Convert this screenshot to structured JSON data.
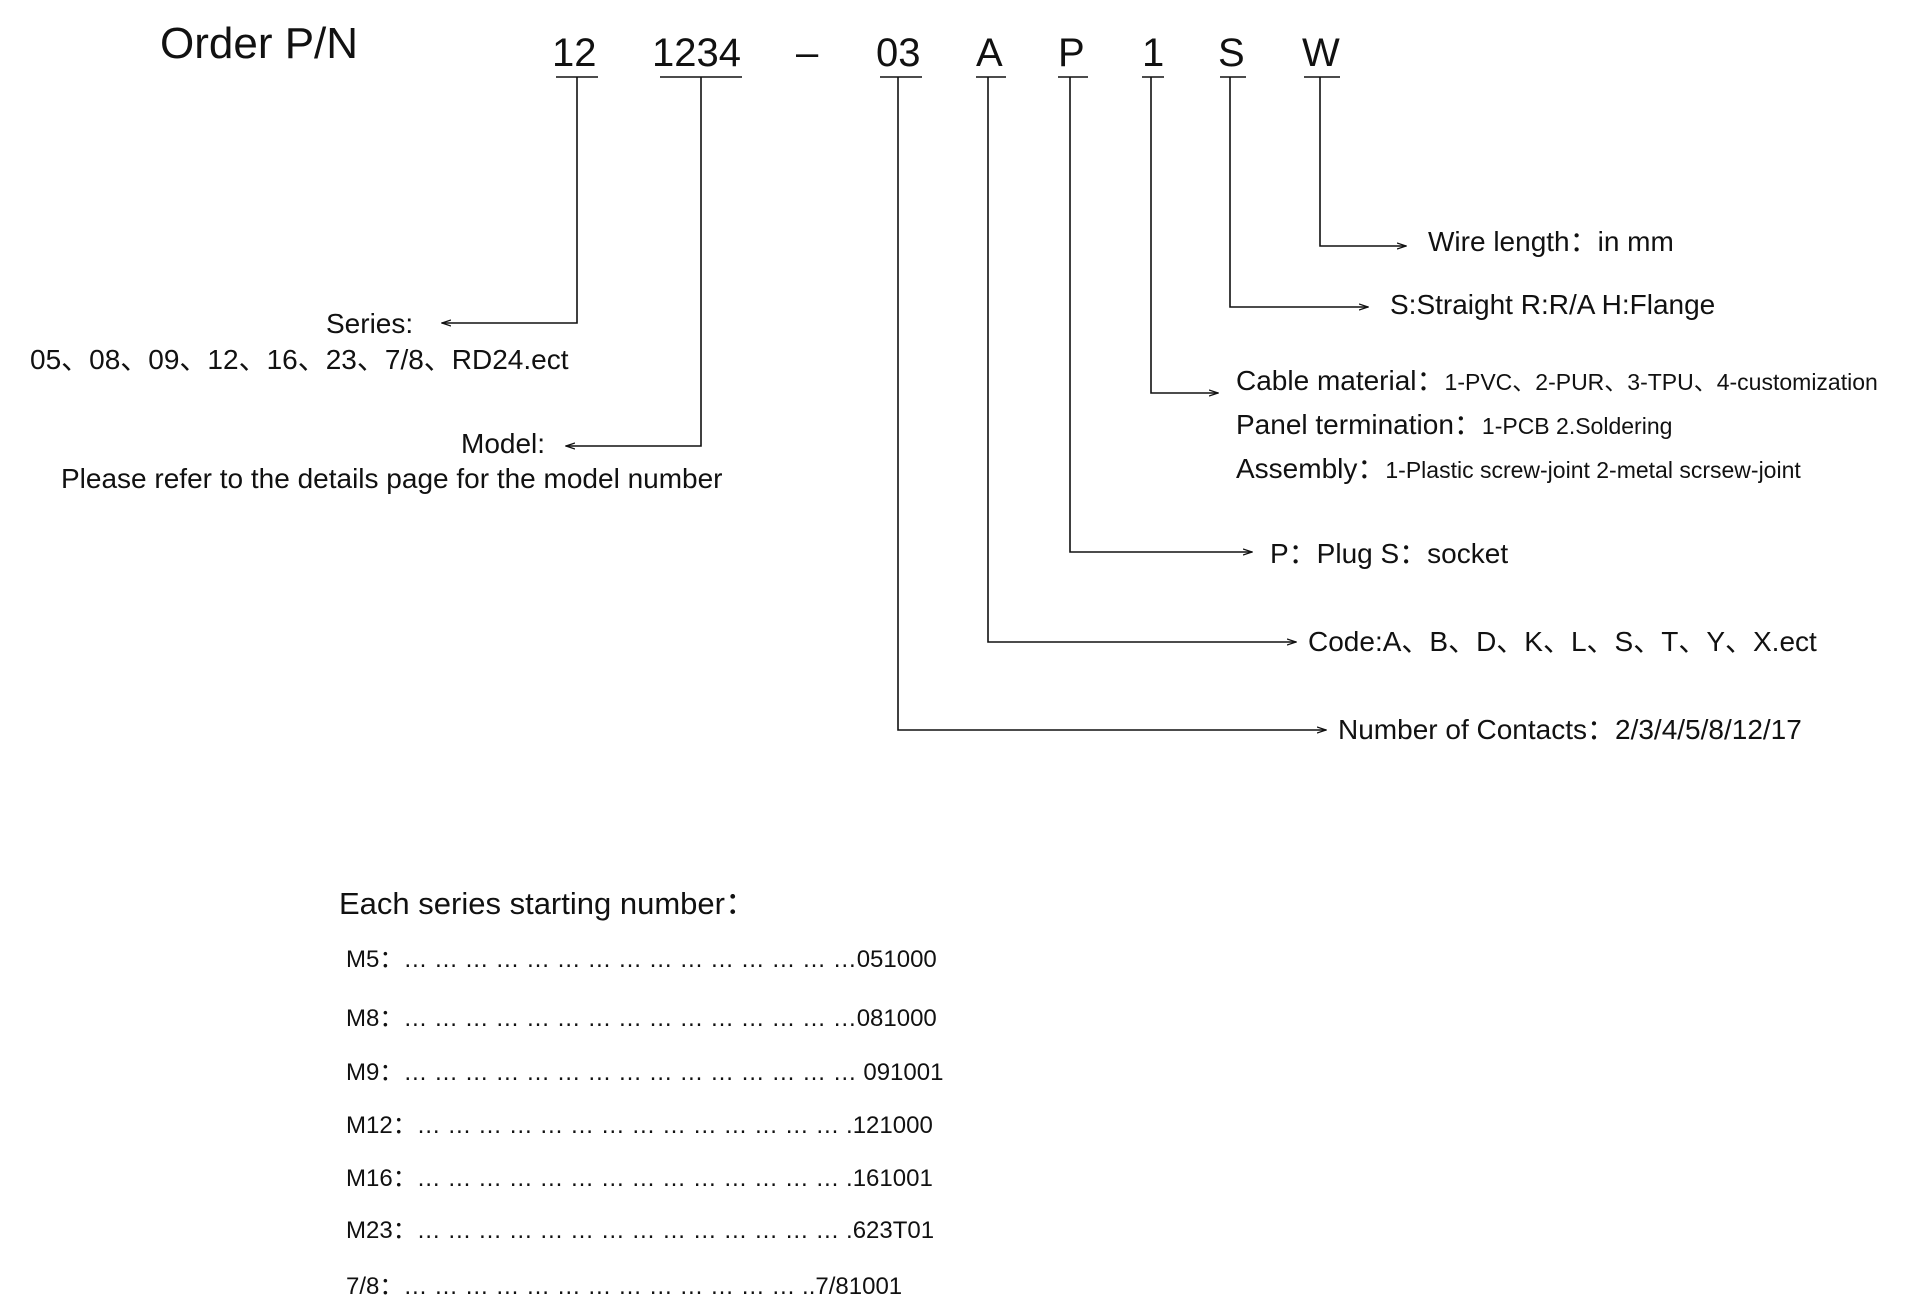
{
  "title": "Order P/N",
  "codes": {
    "series": "12",
    "model": "1234",
    "dash": "–",
    "contacts": "03",
    "code": "A",
    "plug": "P",
    "cable": "1",
    "shape": "S",
    "wire": "W"
  },
  "labels": {
    "series_label": "Series:",
    "series_values": "05、08、09、12、16、23、7/8、RD24.ect",
    "model_label": "Model:",
    "model_text": "Please refer to the details page for the model number",
    "wire": "Wire length：in mm",
    "shape": "S:Straight R:R/A H:Flange",
    "cable_label": "Cable material：",
    "cable_values": "1-PVC、2-PUR、3-TPU、4-customization",
    "panel_label": "Panel termination：",
    "panel_values": "1-PCB 2.Soldering",
    "assembly_label": "Assembly：",
    "assembly_values": "1-Plastic screw-joint 2-metal scrsew-joint",
    "plug": "P：Plug S：socket",
    "code": "Code:A、B、D、K、L、S、T、Y、X.ect",
    "contacts_label": "Number of Contacts",
    "contacts_values": "：2/3/4/5/8/12/17"
  },
  "series_start": {
    "heading": "Each series starting number：",
    "rows": [
      {
        "text": "M5：… … … … … … … … … … … … … … …051000"
      },
      {
        "text": "M8：… … … … … … … … … … … … … … …081000"
      },
      {
        "text": "M9：… … … … … … … … … … … … … … … 091001"
      },
      {
        "text": "M12：… … … … … … … … … … … … … … .121000"
      },
      {
        "text": "M16：… … … … … … … … … … … … … … .161001"
      },
      {
        "text": "M23：… … … … … … … … … … … … … … .623T01"
      },
      {
        "text": "7/8：… … … … … … … … … … … … … ..7/81001"
      }
    ]
  }
}
